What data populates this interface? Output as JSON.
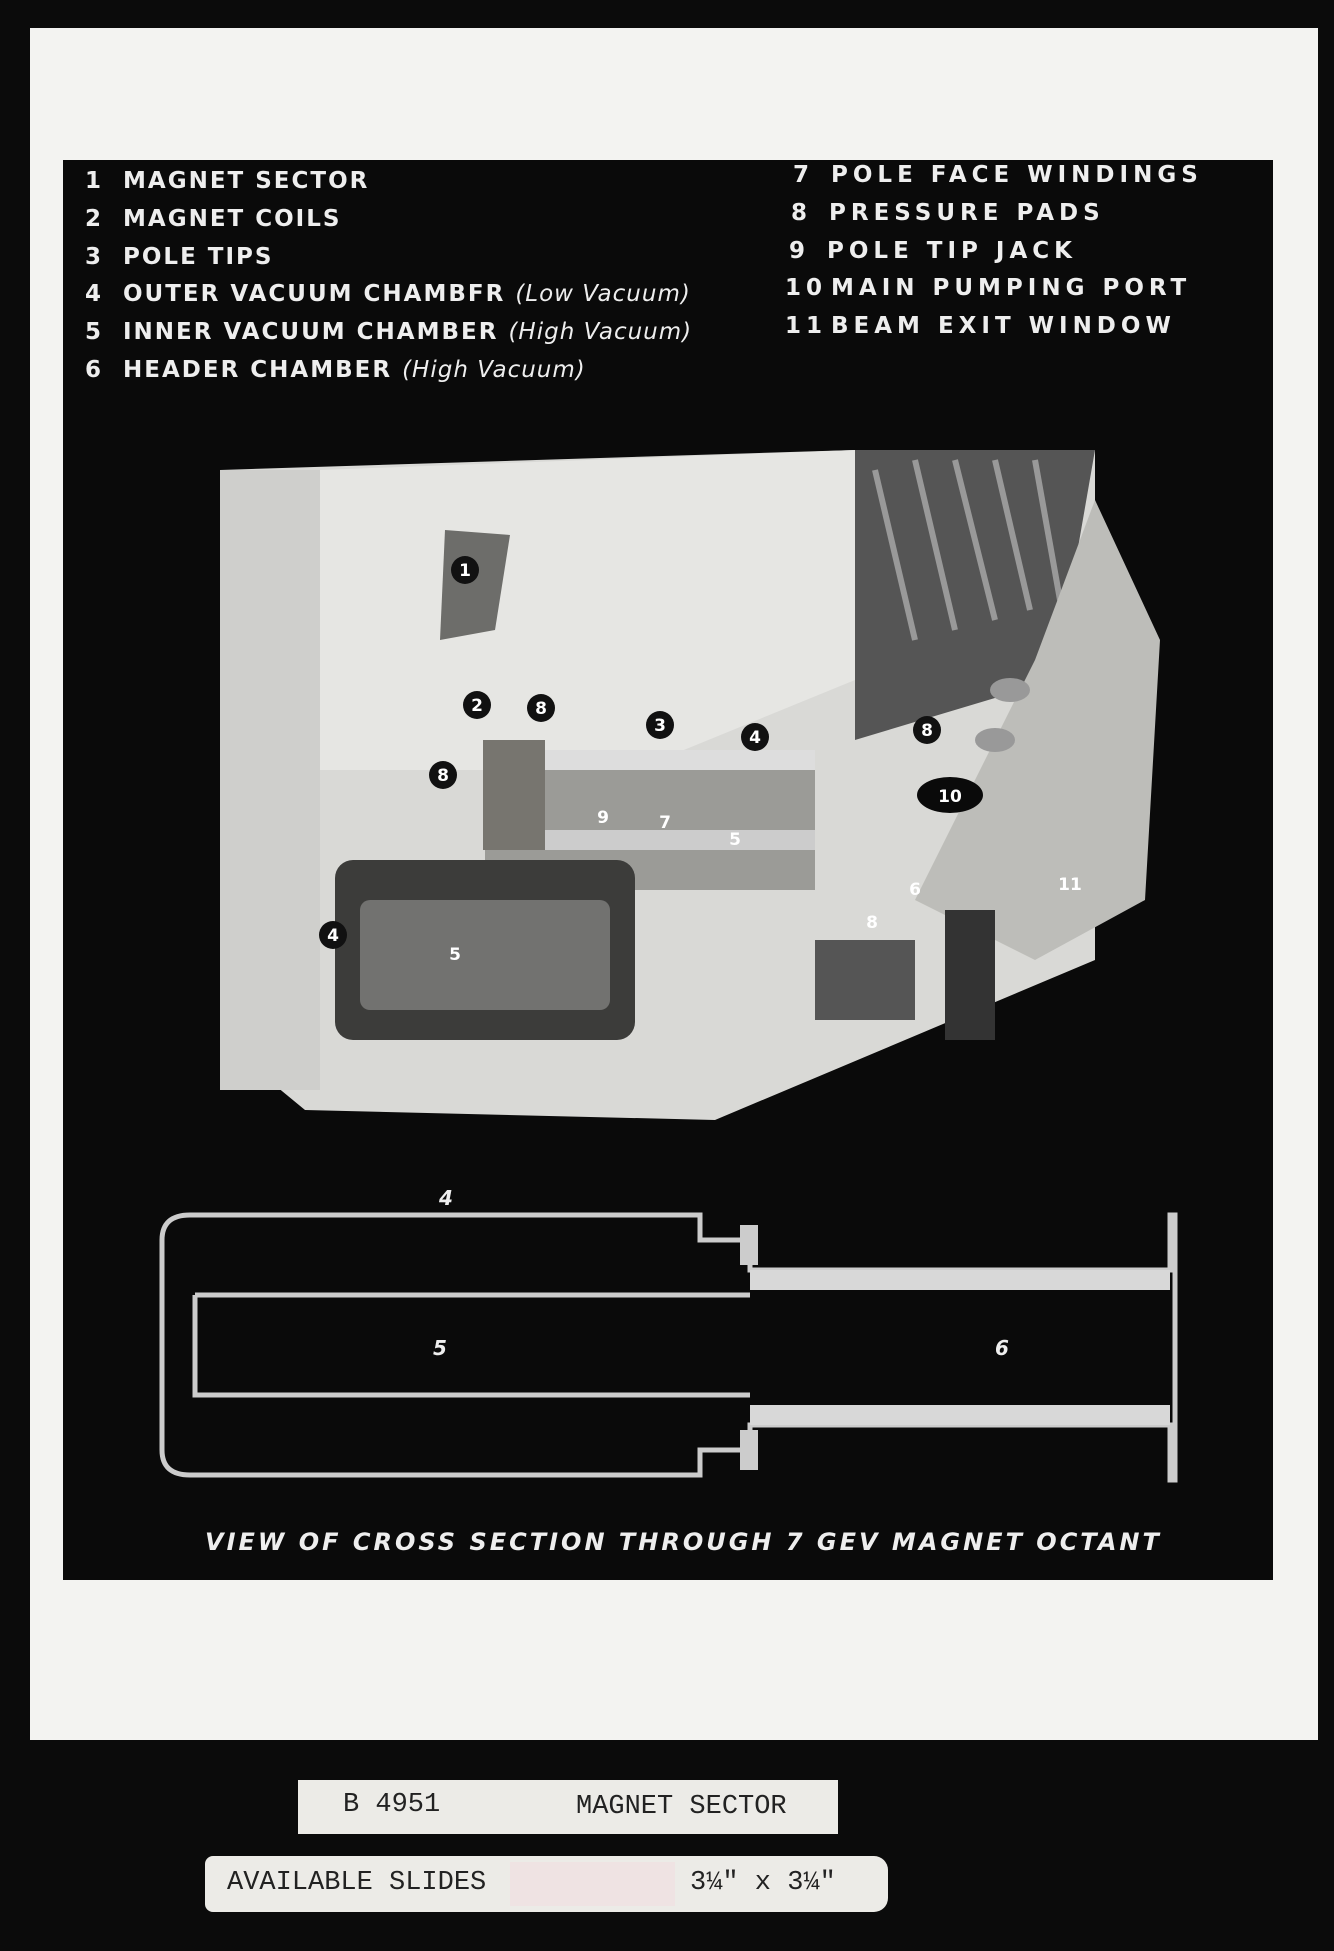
{
  "legend_left": [
    {
      "num": "1",
      "text": "MAGNET SECTOR",
      "paren": ""
    },
    {
      "num": "2",
      "text": "MAGNET COILS",
      "paren": ""
    },
    {
      "num": "3",
      "text": "POLE TIPS",
      "paren": ""
    },
    {
      "num": "4",
      "text": "OUTER VACUUM CHAMBFR",
      "paren": "(Low Vacuum)"
    },
    {
      "num": "5",
      "text": "INNER VACUUM CHAMBER",
      "paren": "(High Vacuum)"
    },
    {
      "num": "6",
      "text": "HEADER CHAMBER",
      "paren": "(High Vacuum)"
    }
  ],
  "legend_right": [
    {
      "num": "7",
      "text": "POLE FACE WINDINGS"
    },
    {
      "num": "8",
      "text": "PRESSURE PADS"
    },
    {
      "num": "9",
      "text": "POLE TIP JACK"
    },
    {
      "num": "10",
      "text": "MAIN PUMPING PORT"
    },
    {
      "num": "11",
      "text": "BEAM EXIT WINDOW"
    }
  ],
  "callouts": [
    "1",
    "2",
    "3",
    "4",
    "8",
    "8",
    "8",
    "4",
    "9",
    "7",
    "5",
    "6",
    "10",
    "11",
    "8",
    "5"
  ],
  "cross_section_labels": {
    "a": "4",
    "b": "5",
    "c": "6"
  },
  "caption": "VIEW OF CROSS SECTION THROUGH 7 GEV MAGNET OCTANT",
  "label_tape": {
    "number": "B 4951",
    "title": "MAGNET SECTOR"
  },
  "slides_tape": {
    "label": "AVAILABLE SLIDES",
    "size": "3¼\" x 3¼\""
  }
}
